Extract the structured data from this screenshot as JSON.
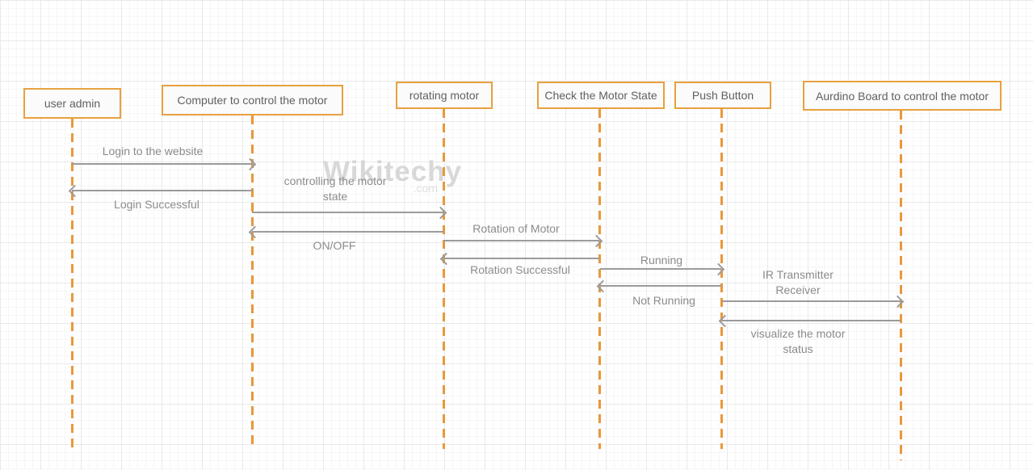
{
  "diagram": {
    "type": "sequence-diagram",
    "watermark": {
      "brand": "Wikitechy",
      "domain": ".com"
    },
    "colors": {
      "actor_border": "#e8a13f",
      "actor_fill": "#fbfbfb",
      "actor_text": "#606060",
      "lifeline": "#e9983a",
      "arrow": "#9b9b9b",
      "message_text": "#8b8b8b",
      "watermark_text": "#d2d2d2",
      "grid_major": "#e9e9e9",
      "grid_minor": "#f6f6f6"
    },
    "actors": [
      {
        "label": "user admin"
      },
      {
        "label": "Computer to control the motor"
      },
      {
        "label": "rotating motor"
      },
      {
        "label": "Check the Motor State"
      },
      {
        "label": "Push Button"
      },
      {
        "label": "Aurdino Board to control the motor"
      }
    ],
    "messages": [
      {
        "label": "Login to the website",
        "from": "user admin",
        "to": "Computer to control the motor",
        "direction": "right"
      },
      {
        "label": "Login Successful",
        "from": "Computer to control the motor",
        "to": "user admin",
        "direction": "left"
      },
      {
        "label": "controlling the motor state",
        "from": "Computer to control the motor",
        "to": "rotating motor",
        "direction": "right"
      },
      {
        "label": "ON/OFF",
        "from": "rotating motor",
        "to": "Computer to control the motor",
        "direction": "left"
      },
      {
        "label": "Rotation of Motor",
        "from": "rotating motor",
        "to": "Check the Motor State",
        "direction": "right"
      },
      {
        "label": "Rotation Successful",
        "from": "Check the Motor State",
        "to": "rotating motor",
        "direction": "left"
      },
      {
        "label": "Running",
        "from": "Check the Motor State",
        "to": "Push Button",
        "direction": "right"
      },
      {
        "label": "Not Running",
        "from": "Push Button",
        "to": "Check the Motor State",
        "direction": "left"
      },
      {
        "label": "IR Transmitter Receiver",
        "from": "Push Button",
        "to": "Aurdino Board to control the motor",
        "direction": "right"
      },
      {
        "label": "visualize the motor status",
        "from": "Aurdino Board to control the motor",
        "to": "Push Button",
        "direction": "left"
      }
    ]
  }
}
